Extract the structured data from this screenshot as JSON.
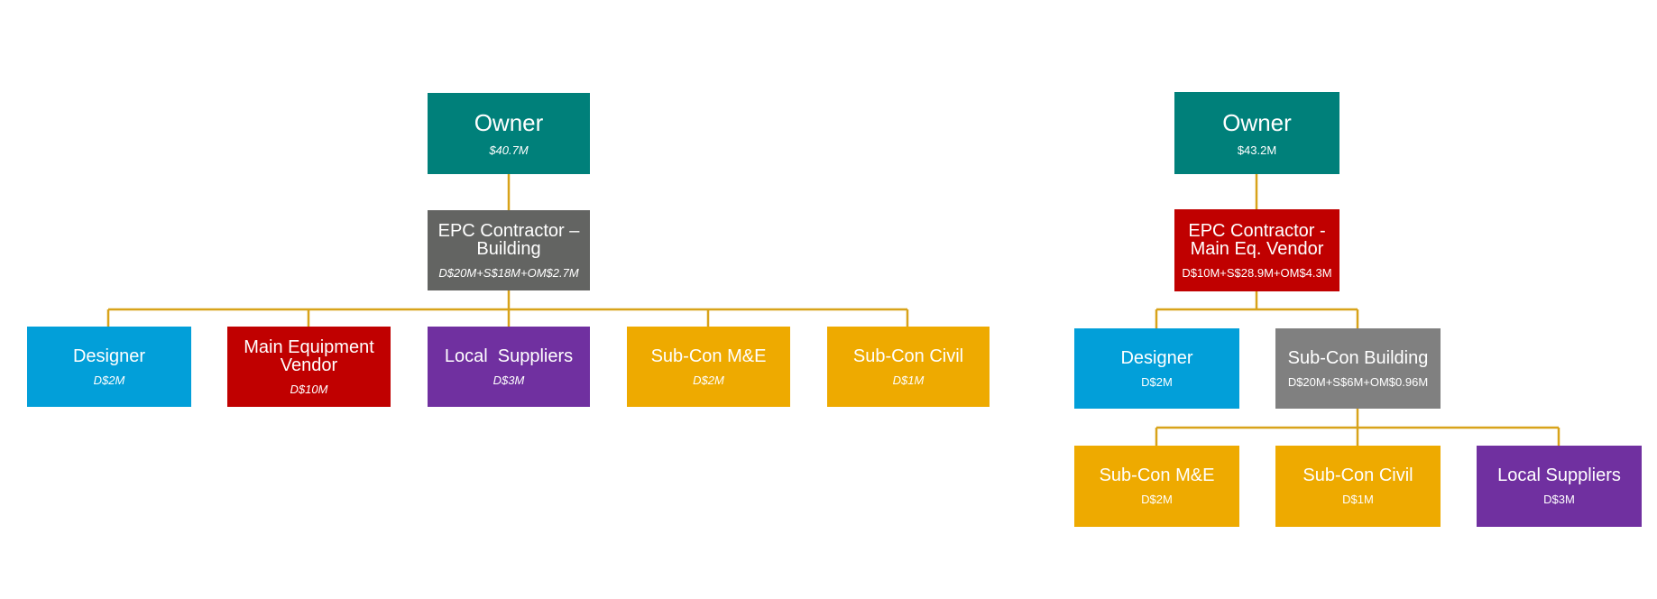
{
  "colors": {
    "owner": "#00807a",
    "epc_left": "#636462",
    "epc_right": "#c00000",
    "designer": "#029fd9",
    "main_vendor": "#c00000",
    "local_suppliers": "#7030a0",
    "subcon": "#eeaa00",
    "subcon_building": "#808080",
    "connector": "#d8a31a"
  },
  "left": {
    "owner": {
      "title": "Owner",
      "amount": "$40.7M"
    },
    "epc": {
      "title": "EPC Contractor – Building",
      "amount": "D$20M+S$18M+OM$2.7M"
    },
    "designer": {
      "title": "Designer",
      "amount": "D$2M"
    },
    "main_vendor": {
      "title": "Main Equipment Vendor",
      "amount": "D$10M"
    },
    "local_suppliers": {
      "title": "Local  Suppliers",
      "amount": "D$3M"
    },
    "subcon_me": {
      "title": "Sub-Con M&E",
      "amount": "D$2M"
    },
    "subcon_civil": {
      "title": "Sub-Con Civil",
      "amount": "D$1M"
    }
  },
  "right": {
    "owner": {
      "title": "Owner",
      "amount": "$43.2M"
    },
    "epc": {
      "title": "EPC Contractor - Main Eq. Vendor",
      "amount": "D$10M+S$28.9M+OM$4.3M"
    },
    "designer": {
      "title": "Designer",
      "amount": "D$2M"
    },
    "subcon_building": {
      "title": "Sub-Con Building",
      "amount": "D$20M+S$6M+OM$0.96M"
    },
    "subcon_me": {
      "title": "Sub-Con M&E",
      "amount": "D$2M"
    },
    "subcon_civil": {
      "title": "Sub-Con Civil",
      "amount": "D$1M"
    },
    "local_suppliers": {
      "title": "Local Suppliers",
      "amount": "D$3M"
    }
  }
}
